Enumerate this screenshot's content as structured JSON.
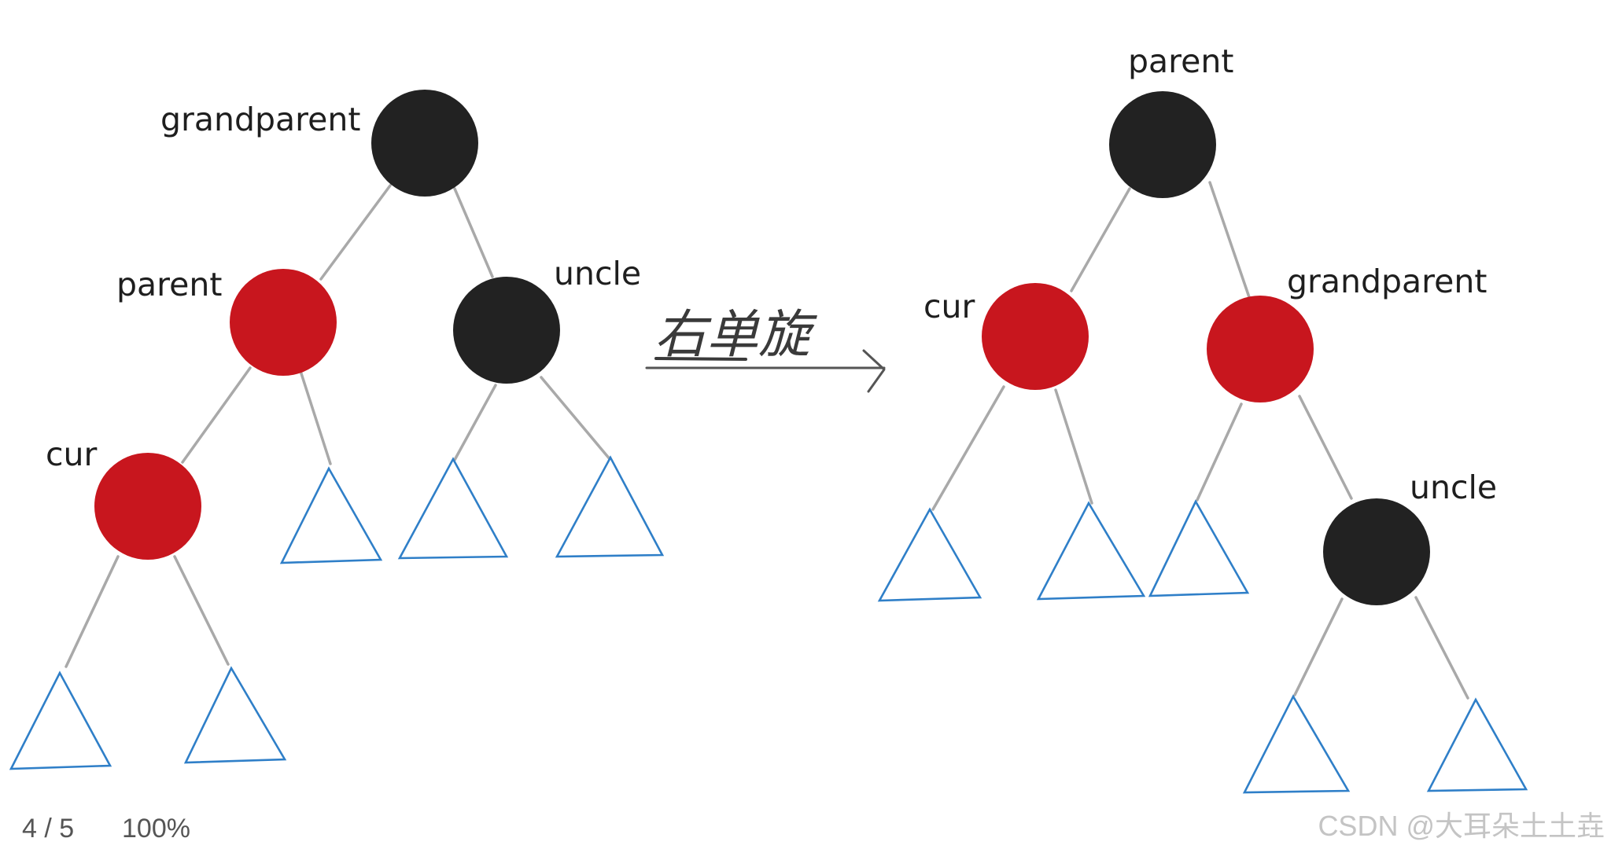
{
  "diagram": {
    "rotation_label": "右单旋",
    "before": {
      "grandparent": {
        "label": "grandparent",
        "color": "black"
      },
      "parent": {
        "label": "parent",
        "color": "red"
      },
      "uncle": {
        "label": "uncle",
        "color": "black"
      },
      "cur": {
        "label": "cur",
        "color": "red"
      }
    },
    "after": {
      "parent": {
        "label": "parent",
        "color": "black"
      },
      "cur": {
        "label": "cur",
        "color": "red"
      },
      "grandparent": {
        "label": "grandparent",
        "color": "red"
      },
      "uncle": {
        "label": "uncle",
        "color": "black"
      }
    }
  },
  "colors": {
    "black_node": "#222222",
    "red_node": "#c8161e",
    "edge": "#a9a9a9",
    "subtree_outline": "#2f7fc8"
  },
  "viewer": {
    "page": "4 / 5",
    "zoom": "100%"
  },
  "watermark": "CSDN @大耳朵土土垚"
}
